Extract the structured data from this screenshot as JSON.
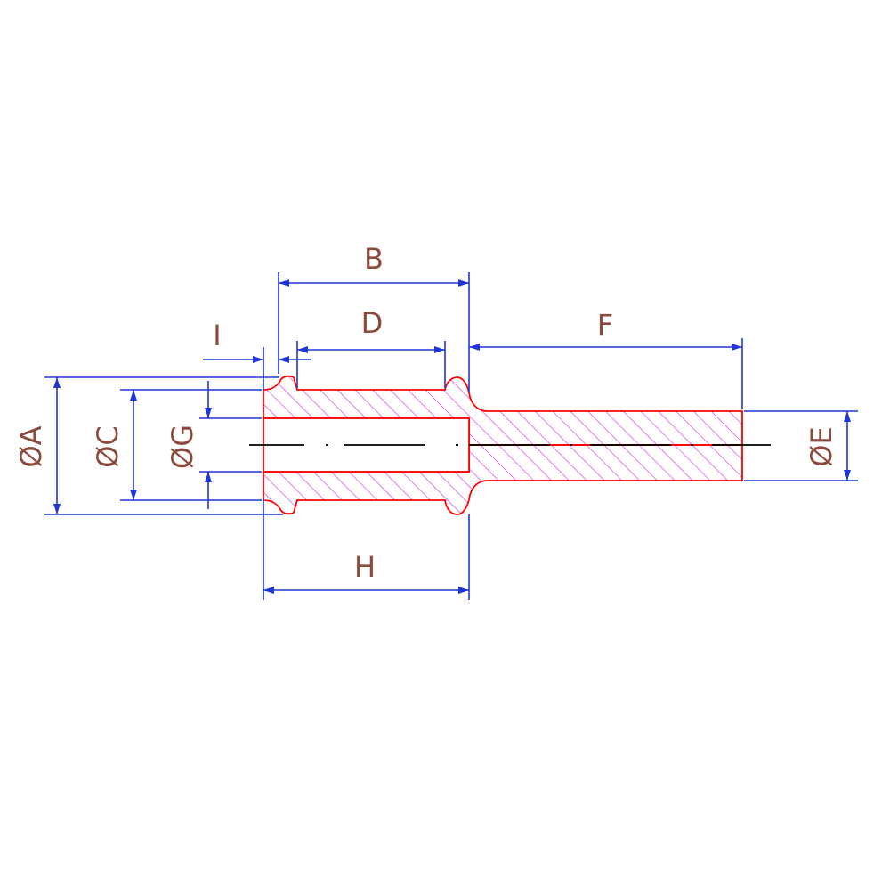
{
  "colors": {
    "dimension": "#1f35d8",
    "outline": "#ff0000",
    "hatch": "#d43bd4",
    "centerline": "#000000",
    "label": "#8b4a3c"
  },
  "labels": {
    "B": "B",
    "I": "I",
    "D": "D",
    "F": "F",
    "H": "H",
    "dia_A": "ØA",
    "dia_C": "ØC",
    "dia_G": "ØG",
    "dia_E": "ØE"
  }
}
